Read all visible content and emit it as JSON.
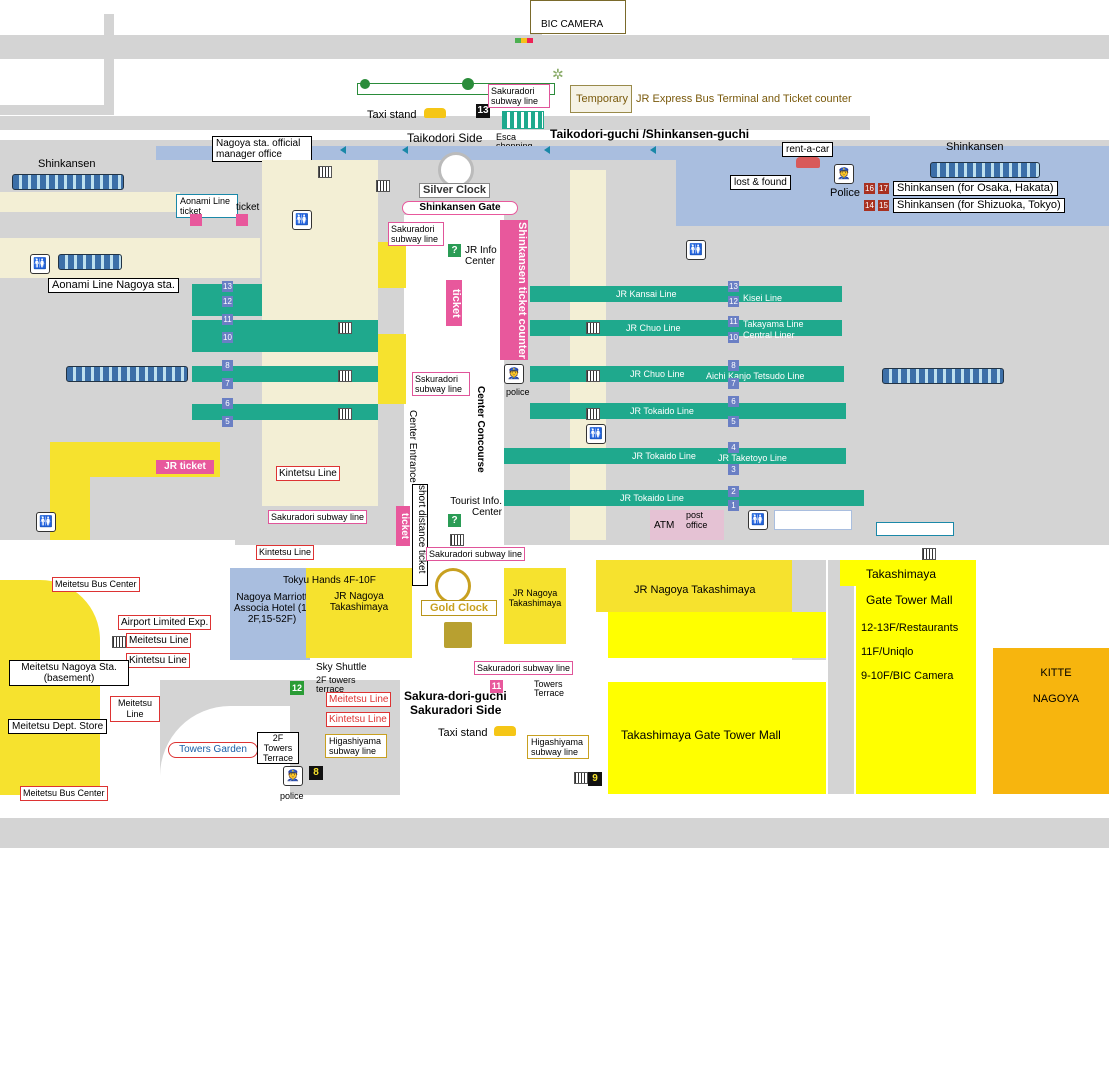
{
  "labels": {
    "bic_camera_top": "BIC CAMERA",
    "temporary": "Temporary",
    "jr_express_bus": "JR Express Bus Terminal and Ticket counter",
    "taxi_stand_top": "Taxi stand",
    "sakuradori_subway_line": "Sakuradori subway line",
    "esca_mall": "Esca shopping Mall",
    "taikodori_side": "Taikodori Side",
    "taikodori_guchi": "Taikodori-guchi /Shinkansen-guchi",
    "shinkansen_left": "Shinkansen",
    "shinkansen_right": "Shinkansen",
    "official_manager_office": "Nagoya sta. official manager office",
    "silver_clock": "Silver Clock",
    "shinkansen_gate": "Shinkansen Gate",
    "rent_a_car": "rent-a-car",
    "lost_found": "lost & found",
    "police_top": "Police",
    "shinkansen_osaka": "Shinkansen (for Osaka, Hakata)",
    "shinkansen_shizuoka": "Shinkansen (for Shizuoka, Tokyo)",
    "aonami_ticket": "Aonami Line ticket",
    "ticket_small": "ticket",
    "sakuradori_subway_line_2": "Sakuradori subway line",
    "jr_info_center": "JR Info Center",
    "shinkansen_ticket_counter": "Shinkansen ticket counter",
    "ticket_vertical": "ticket",
    "aonami_nagoya_sta": "Aonami Line Nagoya sta.",
    "jr_kansai_line": "JR Kansai Line",
    "kisei_line": "Kisei Line",
    "jr_chuo_line_1": "JR Chuo  Line",
    "takayama_line": "Takayama Line",
    "central_liner": "Central Liner",
    "jr_chuo_line_2": "JR Chuo  Line",
    "aichi_kanjo": "Aichi Kanjo Tetsudo Line",
    "jr_tokaido_1": "JR Tokaido  Line",
    "jr_tokaido_2": "JR Tokaido  Line",
    "jr_taketoyo": "JR Taketoyo Line",
    "jr_tokaido_3": "JR Tokaido  Line",
    "sskuradori_subway_line": "Sskuradori subway line",
    "police_center": "police",
    "center_concourse": "Center Concourse",
    "center_entrance": "Center Entrance",
    "jr_ticket": "JR ticket",
    "kintetsu_line_1": "Kintetsu Line",
    "short_distance_ticket": "short distance ticket",
    "tourist_info": "Tourist Info. Center",
    "sakuradori_subway_line_3": "Sakuradori subway line",
    "kintetsu_line_2": "Kintetsu Line",
    "sakuradori_subway_line_4": "Sakuradori subway line",
    "atm": "ATM",
    "post_office": "post office",
    "meitetsu_bus_center_1": "Meitetsu Bus Center",
    "airport_limited": "Airport Limited Exp.",
    "meitetsu_line_1": "Meitetsu Line",
    "kintetsu_line_3": "Kintetsu Line",
    "meitetsu_nagoya_sta": "Meitetsu Nagoya Sta. (basement)",
    "meitetsu_line_2": "Meitetsu Line",
    "meitetsu_dept": "Meitetsu Dept. Store",
    "towers_garden": "Towers Garden",
    "meitetsu_bus_center_2": "Meitetsu Bus Center",
    "tokyu_hands": "Tokyu Hands 4F-10F",
    "marriott": "Nagoya Marriott Associa Hotel (1-2F,15-52F)",
    "jr_nagoya_takashimaya_1": "JR Nagoya Takashimaya",
    "gold_clock": "Gold Clock",
    "jr_nagoya_takashimaya_2": "JR Nagoya Takashimaya",
    "sky_shuttle": "Sky Shuttle",
    "towers_terrace_2f": "2F towers terrace",
    "meitetsu_line_3": "Meitetsu Line",
    "kintetsu_line_4": "Kintetsu Line",
    "sakura_dori_guchi": "Sakura-dori-guchi",
    "sakuradori_side": "Sakuradori Side",
    "sakuradori_subway_line_5": "Sakuradori subway line",
    "towers_terrace_b": "Towers Terrace",
    "taxi_stand_bottom": "Taxi stand",
    "higashiyama_1": "Higashiyama subway line",
    "higashiyama_2": "Higashiyama subway line",
    "towers_terrace_2f_c": "2F Towers Terrace",
    "police_bottom": "police",
    "jr_nagoya_takashimaya_main": "JR Nagoya Takashimaya",
    "takashimaya": "Takashimaya",
    "gate_tower_mall": "Gate Tower Mall",
    "floor_12_13": "12-13F/Restaurants",
    "floor_11": "11F/Uniqlo",
    "floor_9_10": "9-10F/BIC Camera",
    "takashimaya_gate_tower_mall": "Takashimaya Gate Tower Mall",
    "kitte_nagoya": "KITTE NAGOYA"
  },
  "platforms": {
    "p13": "13",
    "p12": "12",
    "p11": "11",
    "p10": "10",
    "p8": "8",
    "p7": "7",
    "p6": "6",
    "p5": "5",
    "p4": "4",
    "p3": "3",
    "p2": "2",
    "p1": "1",
    "p16": "16",
    "p17": "17",
    "p14": "14",
    "p15": "15"
  },
  "exits": {
    "e13": "13",
    "e12": "12",
    "e11": "11",
    "e8": "8",
    "e9": "9"
  },
  "colors": {
    "concourse_beige": "#f3efd5",
    "hall_blue": "#a9bedf",
    "track_green": "#1fa98d",
    "shop_yellow": "#f6e22e",
    "bright_yellow": "#ffff00",
    "kitte_orange": "#f7b50e",
    "road_grey": "#d4d4d4",
    "ticket_pink": "#e8589c",
    "platform_blue": "#6a7fc4"
  }
}
